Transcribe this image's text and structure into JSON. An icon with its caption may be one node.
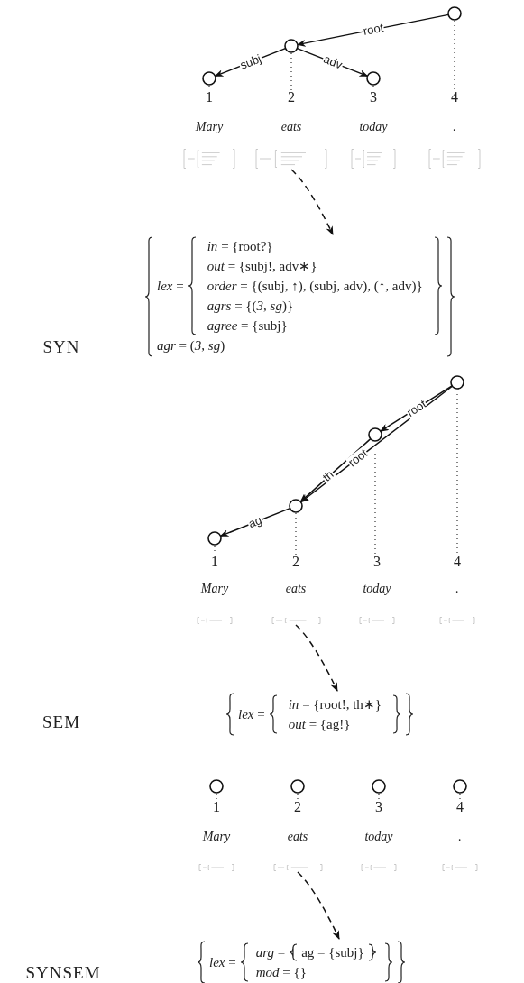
{
  "diagram": {
    "nodes": [
      {
        "text": [],
        "shape": "circle",
        "beside": [
          "1"
        ]
      },
      {
        "text": [],
        "shape": "circle",
        "beside": [
          "2"
        ]
      },
      {
        "text": [],
        "shape": "circle",
        "beside": [
          "3"
        ]
      },
      {
        "text": [],
        "shape": "circle"
      },
      {
        "text": [],
        "shape": "picture"
      },
      {
        "text": [],
        "shape": "picture"
      },
      {
        "text": [],
        "shape": "picture"
      },
      {
        "text": [],
        "shape": "picture"
      },
      {
        "text": [
          "*lex* =",
          "*in* = {root?}",
          "*out* = {subj!, adv∗}",
          "*order* = {(subj, ↑), (subj, adv), (↑, adv)}",
          "*agrs* = {(*3*, *sg*)}",
          "*agree* = {subj}",
          "*agr* = (*3*, *sg*)"
        ]
      },
      {
        "text": [],
        "shape": "circle",
        "beside": [
          "1"
        ]
      },
      {
        "text": [],
        "shape": "circle",
        "beside": [
          "2"
        ]
      },
      {
        "text": [],
        "shape": "circle"
      },
      {
        "text": [],
        "shape": "circle"
      },
      {
        "text": [],
        "shape": "picture"
      },
      {
        "text": [],
        "shape": "picture"
      },
      {
        "text": [],
        "shape": "picture"
      },
      {
        "text": [],
        "shape": "picture"
      },
      {
        "text": [
          "*lex* =",
          "*in* = {root!, th∗}",
          "*out* = {ag!}"
        ]
      },
      {
        "text": [],
        "shape": "circle",
        "beside": [
          "1"
        ]
      },
      {
        "text": [],
        "shape": "circle",
        "beside": [
          "2"
        ]
      },
      {
        "text": [],
        "shape": "circle",
        "beside": [
          "3"
        ]
      },
      {
        "text": [],
        "shape": "circle",
        "beside": [
          "4"
        ]
      },
      {
        "text": [],
        "shape": "picture"
      },
      {
        "text": [],
        "shape": "picture"
      },
      {
        "text": [],
        "shape": "picture"
      },
      {
        "text": [],
        "shape": "picture"
      },
      {
        "text": [
          "*lex* =",
          "*arg* =",
          "ag = {subj}",
          "*mod* = {}"
        ]
      }
    ],
    "edges": [
      {
        "from": 3,
        "to": 1,
        "arrow": "to",
        "label": "root"
      },
      {
        "from": 1,
        "to": 0,
        "arrow": "to",
        "label": "subj"
      },
      {
        "from": 1,
        "to": 2,
        "arrow": "to",
        "label": "adv"
      },
      {
        "from": 5,
        "to": 8,
        "arrow": "to",
        "style": "dashed"
      },
      {
        "from": 12,
        "to": 11,
        "arrow": "to",
        "label": "root"
      },
      {
        "from": 12,
        "to": 10,
        "arrow": "to",
        "label": "root"
      },
      {
        "from": 11,
        "to": 10,
        "arrow": "to",
        "label": "th"
      },
      {
        "from": 10,
        "to": 9,
        "arrow": "to",
        "label": "ag"
      },
      {
        "from": 14,
        "to": 17,
        "arrow": "to",
        "style": "dashed"
      },
      {
        "from": 23,
        "to": 26,
        "arrow": "to",
        "style": "dashed"
      }
    ],
    "labels": [
      "4",
      "Mary",
      "eats",
      "today",
      ".",
      "SYN",
      "3",
      "4",
      "Mary",
      "eats",
      "today",
      ".",
      "SEM",
      "Mary",
      "eats",
      "today",
      ".",
      "SYNSEM"
    ]
  }
}
